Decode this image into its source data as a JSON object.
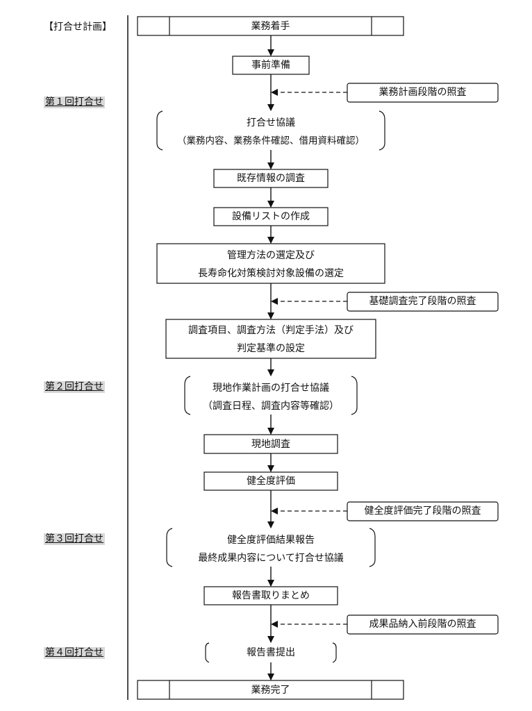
{
  "header_label": "【打合せ計画】",
  "rounds": [
    "第１回打合せ",
    "第２回打合せ",
    "第３回打合せ",
    "第４回打合せ"
  ],
  "steps": {
    "start": "業務着手",
    "prep": "事前準備",
    "meeting1_title": "打合せ協議",
    "meeting1_detail": "（業務内容、業務条件確認、借用資料確認）",
    "existing_info": "既存情報の調査",
    "equipment_list": "設備リストの作成",
    "management_line1": "管理方法の選定及び",
    "management_line2": "長寿命化対策検討対象設備の選定",
    "survey_line1": "調査項目、調査方法（判定手法）及び",
    "survey_line2": "判定基準の設定",
    "meeting2_line1": "現地作業計画の打合せ協議",
    "meeting2_line2": "（調査日程、調査内容等確認）",
    "site_survey": "現地調査",
    "health_eval": "健全度評価",
    "meeting3_line1": "健全度評価結果報告",
    "meeting3_line2": "最終成果内容について打合せ協議",
    "report_compile": "報告書取りまとめ",
    "report_submit": "報告書提出",
    "end": "業務完了"
  },
  "references": [
    "業務計画段階の照査",
    "基礎調査完了段階の照査",
    "健全度評価完了段階の照査",
    "成果品納入前段階の照査"
  ]
}
